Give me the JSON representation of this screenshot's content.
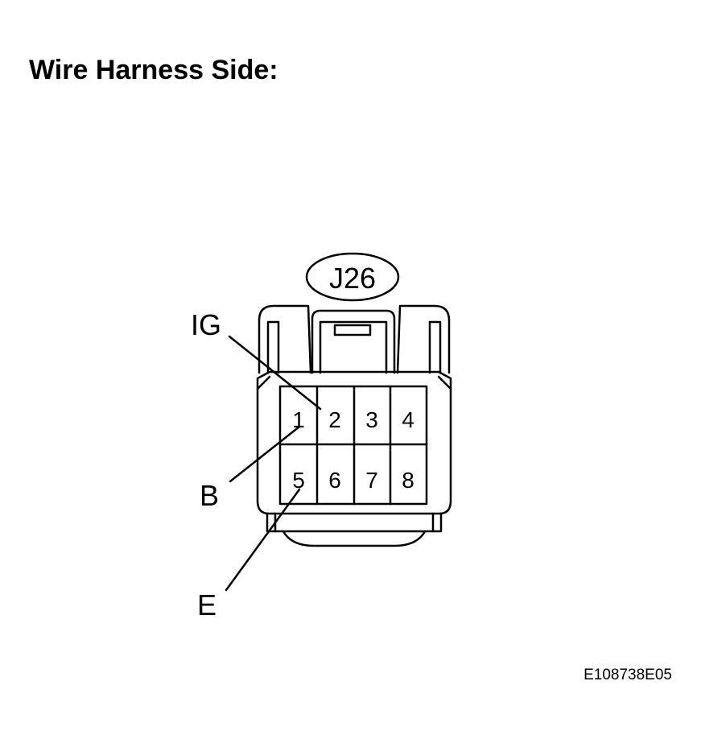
{
  "title": "Wire Harness Side:",
  "connector": {
    "id": "J26",
    "pins": [
      "1",
      "2",
      "3",
      "4",
      "5",
      "6",
      "7",
      "8"
    ]
  },
  "labels": {
    "ig": "IG",
    "b": "B",
    "e": "E"
  },
  "reference_code": "E108738E05"
}
